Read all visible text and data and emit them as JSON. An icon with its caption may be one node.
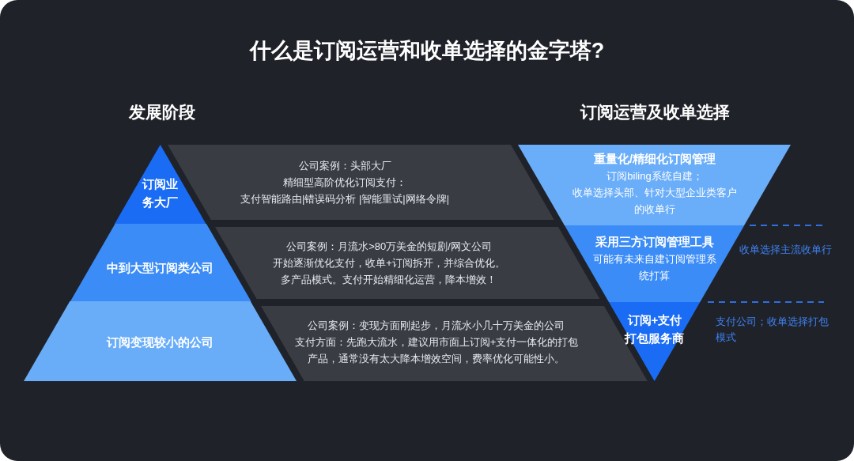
{
  "diagram": {
    "title": "什么是订阅运营和收单选择的金字塔?",
    "nodes": [
      {
        "text": [
          "订阅业务大厂"
        ]
      },
      {
        "text": [
          "中到大型订阅类公司"
        ]
      },
      {
        "text": [
          "订阅变现较小的公司"
        ]
      },
      {
        "text": [
          "公司案例：头部大厂",
          "精细型高阶优化订阅支付：",
          "支付智能路由|错误码分析 |智能重试|网络令牌|"
        ]
      },
      {
        "text": [
          "公司案例：月流水>80万美金的短剧/网文公司",
          "开始逐渐优化支付，收单+订阅拆开，并综合优化。",
          "多产品模式。支付开始精细化运营，降本增效！"
        ]
      },
      {
        "text": [
          "公司案例：变现方面刚起步，月流水小几十万美金的公司",
          "支付方面：先跑大流水，建议用市面上订阅+支付一体化的打包产品，通常没有太大降本增效空间，费率优化可能性小。"
        ]
      },
      {
        "text": [
          "重量化/精细化订阅管理",
          "订阅biling系统自建；",
          "收单选择头部、针对大型企业类客户的收单行"
        ]
      },
      {
        "text": [
          "采用三方订阅管理工具",
          "可能有未来自建订阅管理系统打算"
        ],
        "beside": [
          "收单选择主流收单行"
        ]
      },
      {
        "text": [
          "订阅+支付打包服务商"
        ],
        "beside": [
          "支付公司；收单选择打包模式"
        ]
      }
    ],
    "labels": [
      "发展阶段",
      "订阅运营及收单选择"
    ]
  }
}
